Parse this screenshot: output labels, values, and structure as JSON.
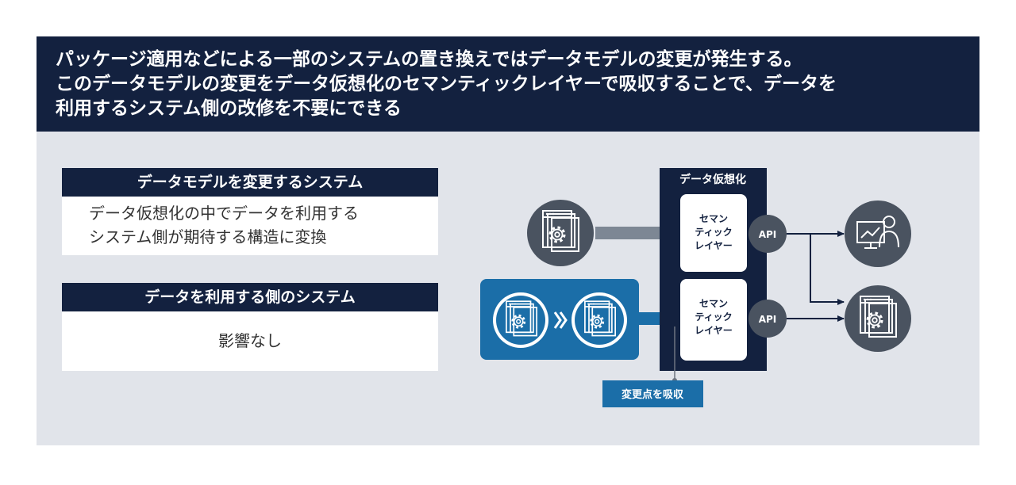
{
  "header": {
    "line1": "パッケージ適用などによる一部のシステムの置き換えではデータモデルの変更が発生する。",
    "line2": "このデータモデルの変更をデータ仮想化のセマンティックレイヤーで吸収することで、データを",
    "line3": "利用するシステム側の改修を不要にできる"
  },
  "card_change": {
    "title": "データモデルを変更するシステム",
    "body_line1": "データ仮想化の中でデータを利用する",
    "body_line2": "システム側が期待する構造に変換"
  },
  "card_use": {
    "title": "データを利用する側のシステム",
    "body": "影響なし"
  },
  "diagram": {
    "virtualization_label": "データ仮想化",
    "semantic_top": [
      "セマン",
      "ティック",
      "レイヤー"
    ],
    "semantic_bottom": [
      "セマン",
      "ティック",
      "レイヤー"
    ],
    "api_top": "API",
    "api_bottom": "API",
    "absorb_label": "変更点を吸収",
    "icons": [
      "gear-window-icon",
      "gear-window-icon",
      "gear-window-icon",
      "analytics-user-icon",
      "gear-window-icon"
    ],
    "colors": {
      "navy": "#13213f",
      "blue": "#1b6ea8",
      "gray": "#4a5360",
      "arrow_gray": "#7d8794"
    }
  }
}
